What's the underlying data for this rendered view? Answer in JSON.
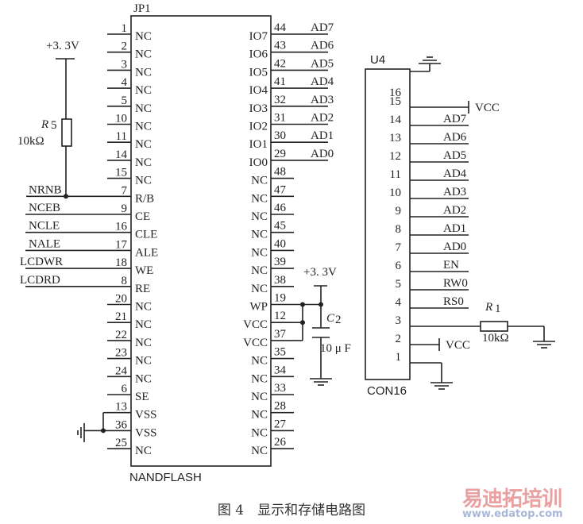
{
  "jp1": {
    "title": "JP1",
    "part": "NANDFLASH",
    "left_pins": [
      {
        "num": "1",
        "label": "NC"
      },
      {
        "num": "2",
        "label": "NC"
      },
      {
        "num": "3",
        "label": "NC"
      },
      {
        "num": "4",
        "label": "NC"
      },
      {
        "num": "5",
        "label": "NC"
      },
      {
        "num": "10",
        "label": "NC"
      },
      {
        "num": "11",
        "label": "NC"
      },
      {
        "num": "14",
        "label": "NC"
      },
      {
        "num": "15",
        "label": "NC"
      },
      {
        "num": "7",
        "label": "R/B",
        "net": "NRNB"
      },
      {
        "num": "9",
        "label": "CE",
        "net": "NCEB"
      },
      {
        "num": "16",
        "label": "CLE",
        "net": "NCLE"
      },
      {
        "num": "17",
        "label": "ALE",
        "net": "NALE"
      },
      {
        "num": "18",
        "label": "WE",
        "net": "LCDWR"
      },
      {
        "num": "8",
        "label": "RE",
        "net": "LCDRD"
      },
      {
        "num": "20",
        "label": "NC"
      },
      {
        "num": "21",
        "label": "NC"
      },
      {
        "num": "22",
        "label": "NC"
      },
      {
        "num": "23",
        "label": "NC"
      },
      {
        "num": "24",
        "label": "NC"
      },
      {
        "num": "6",
        "label": "SE"
      },
      {
        "num": "13",
        "label": "VSS"
      },
      {
        "num": "36",
        "label": "VSS"
      },
      {
        "num": "25",
        "label": "NC"
      }
    ],
    "right_pins": [
      {
        "num": "44",
        "label": "IO7",
        "net": "AD7"
      },
      {
        "num": "43",
        "label": "IO6",
        "net": "AD6"
      },
      {
        "num": "42",
        "label": "IO5",
        "net": "AD5"
      },
      {
        "num": "41",
        "label": "IO4",
        "net": "AD4"
      },
      {
        "num": "32",
        "label": "IO3",
        "net": "AD3"
      },
      {
        "num": "31",
        "label": "IO2",
        "net": "AD2"
      },
      {
        "num": "30",
        "label": "IO1",
        "net": "AD1"
      },
      {
        "num": "29",
        "label": "IO0",
        "net": "AD0"
      },
      {
        "num": "48",
        "label": "NC"
      },
      {
        "num": "47",
        "label": "NC"
      },
      {
        "num": "46",
        "label": "NC"
      },
      {
        "num": "45",
        "label": "NC"
      },
      {
        "num": "40",
        "label": "NC"
      },
      {
        "num": "39",
        "label": "NC"
      },
      {
        "num": "38",
        "label": "NC"
      },
      {
        "num": "19",
        "label": "WP"
      },
      {
        "num": "12",
        "label": "VCC"
      },
      {
        "num": "37",
        "label": "VCC"
      },
      {
        "num": "35",
        "label": "NC"
      },
      {
        "num": "34",
        "label": "NC"
      },
      {
        "num": "33",
        "label": "NC"
      },
      {
        "num": "28",
        "label": "NC"
      },
      {
        "num": "27",
        "label": "NC"
      },
      {
        "num": "26",
        "label": "NC"
      }
    ]
  },
  "r5": {
    "name": "R",
    "sub": "5",
    "value": "10kΩ",
    "supply": "+3. 3V"
  },
  "c2": {
    "name": "C",
    "sub": "2",
    "value": "10 μ F",
    "supply": "+3. 3V"
  },
  "u4": {
    "title": "U4",
    "part": "CON16",
    "pins": [
      {
        "num": "16"
      },
      {
        "num": "15",
        "net": "VCC"
      },
      {
        "num": "14",
        "net": "AD7"
      },
      {
        "num": "13",
        "net": "AD6"
      },
      {
        "num": "12",
        "net": "AD5"
      },
      {
        "num": "11",
        "net": "AD4"
      },
      {
        "num": "10",
        "net": "AD3"
      },
      {
        "num": "9",
        "net": "AD2"
      },
      {
        "num": "8",
        "net": "AD1"
      },
      {
        "num": "7",
        "net": "AD0"
      },
      {
        "num": "6",
        "net": "EN"
      },
      {
        "num": "5",
        "net": "RW0"
      },
      {
        "num": "4",
        "net": "RS0"
      },
      {
        "num": "3"
      },
      {
        "num": "2",
        "net": "VCC"
      },
      {
        "num": "1"
      }
    ]
  },
  "r1": {
    "name": "R",
    "sub": "1",
    "value": "10kΩ"
  },
  "caption": "图 4　显示和存储电路图",
  "watermark": {
    "brand": "易迪拓培训",
    "url": "www.edatop.com"
  }
}
